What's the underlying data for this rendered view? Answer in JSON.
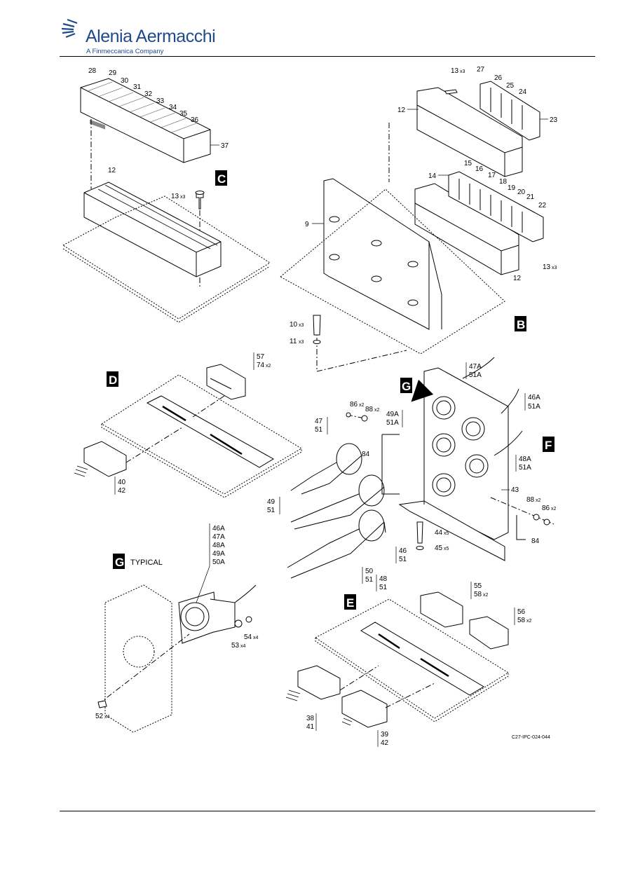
{
  "header": {
    "brand_name": "Alenia Aermacchi",
    "brand_tagline": "A Finmeccanica Company"
  },
  "figure": {
    "ref": "C27-IPC-024-044",
    "views": {
      "B": "B",
      "C": "C",
      "D": "D",
      "E": "E",
      "F": "F",
      "G": "G",
      "G_arrow": "G"
    },
    "typical_note": "TYPICAL"
  },
  "callouts": {
    "c28": "28",
    "c29": "29",
    "c30": "30",
    "c31": "31",
    "c32": "32",
    "c33": "33",
    "c34": "34",
    "c35": "35",
    "c36": "36",
    "c37": "37",
    "c12a": "12",
    "c13a": "13",
    "c13a_q": "x3",
    "c13b": "13",
    "c13b_q": "x3",
    "c27": "27",
    "c26": "26",
    "c25": "25",
    "c24": "24",
    "c23": "23",
    "c12b": "12",
    "c15": "15",
    "c16": "16",
    "c17": "17",
    "c14": "14",
    "c18": "18",
    "c19": "19",
    "c20": "20",
    "c21": "21",
    "c22": "22",
    "c9": "9",
    "c13c": "13",
    "c13c_q": "x3",
    "c12c": "12",
    "c10": "10",
    "c10_q": "x3",
    "c11": "11",
    "c11_q": "x3",
    "c57": "57",
    "c74": "74",
    "c74_q": "x2",
    "c40": "40",
    "c42a": "42",
    "c47A": "47A",
    "c51A_1": "51A",
    "c46A": "46A",
    "c51A_2": "51A",
    "c49A": "49A",
    "c51A_3": "51A",
    "c48A": "48A",
    "c51A_4": "51A",
    "c86a": "86",
    "c86a_q": "x2",
    "c88a": "88",
    "c88a_q": "x2",
    "c47": "47",
    "c51_1": "51",
    "c84a": "84",
    "c43": "43",
    "c88b": "88",
    "c88b_q": "x2",
    "c86b": "86",
    "c86b_q": "x2",
    "c84b": "84",
    "c49": "49",
    "c51_2": "51",
    "c44": "44",
    "c44_q": "x5",
    "c45": "45",
    "c45_q": "x5",
    "c46": "46",
    "c51_3": "51",
    "c50": "50",
    "c51_4": "51",
    "c48": "48",
    "c51_5": "51",
    "g46A": "46A",
    "g47A": "47A",
    "g48A": "48A",
    "g49A": "49A",
    "g50A": "50A",
    "c53": "53",
    "c53_q": "x4",
    "c54": "54",
    "c54_q": "x4",
    "c52": "52",
    "c52_q": "x4",
    "c55": "55",
    "c58a": "58",
    "c58a_q": "x2",
    "c56": "56",
    "c58b": "58",
    "c58b_q": "x2",
    "c38": "38",
    "c41": "41",
    "c39": "39",
    "c42b": "42"
  }
}
